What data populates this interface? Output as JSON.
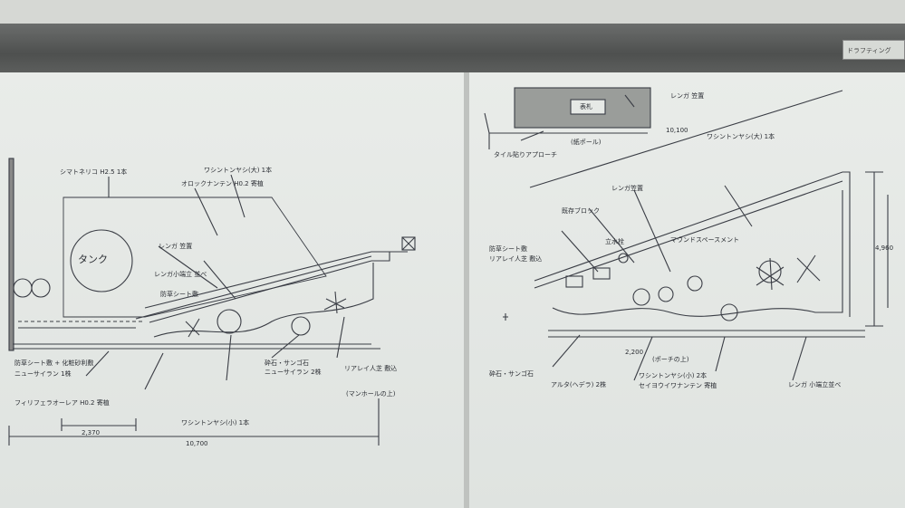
{
  "rail_tag": {
    "text": "ドラフティング"
  },
  "left_sheet": {
    "tank_label": "タンク",
    "dim_total": "10,700",
    "dim_small": "2,370",
    "notes": [
      "シマトネリコ H2.5 1本",
      "ワシントンヤシ(大) 1本",
      "オロックナンテン H0.2 寄植",
      "レンガ 笠置",
      "レンガ小端立 並べ",
      "防草シート敷",
      "砕石・サンゴ石",
      "ニューサイラン 2株",
      "リアレイ人芝 敷込",
      "ニューサイラン 1株",
      "防草シート敷 + 化粧砂利敷",
      "ワシントンヤシ(小) 1本",
      "フィリフェラオーレア H0.2 寄植",
      "(マンホールの上)"
    ]
  },
  "right_sheet": {
    "plate_label": "表札",
    "dim_top": "10,100",
    "dim_right": "4,960",
    "dim_bottom": "2,200",
    "notes": [
      "レンガ 笠置",
      "レンガ笠置",
      "タイル貼りアプローチ",
      "(紙ポール)",
      "防草シート敷",
      "リアレイ人芝 敷込",
      "立水栓",
      "既存ブロック",
      "ワシントンヤシ(大) 1本",
      "マウンドスペースメント",
      "砕石・サンゴ石",
      "アルタ(ヘデラ) 2株",
      "ワシントンヤシ(小) 2本",
      "セイヨウイワナンテン 寄植",
      "(ポーチの上)",
      "レンガ 小端立並べ"
    ]
  }
}
